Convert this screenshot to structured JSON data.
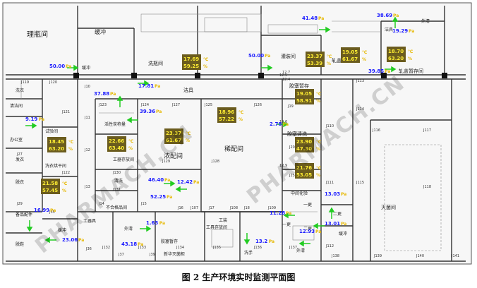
{
  "caption": "图 2 生产环境实时监测平面图",
  "watermark": "PHARMACH.CN",
  "colors": {
    "pressure": "#1a1aff",
    "unit": "#e6b800",
    "box_bg": "#6b5c1e",
    "box_text": "#ffee33",
    "arrow": "#22cc22",
    "wall": "#333333"
  },
  "labels": {
    "room_liping": "理瓶间",
    "room_huanchong": "缓冲",
    "room_xipingjian": "洗瓶间",
    "room_guanzhuang": "灌装间",
    "room_zhuangai": "轧盖间",
    "room_zhagai_zancun": "轧盖暂存间",
    "room_jiejing": "洁具",
    "room_xiyi": "洗衣",
    "room_qingjie": "清洁间",
    "room_bangong": "办公室",
    "room_shiyan": "试验间",
    "room_faqian": "发衣",
    "room_xiyi_ganzao": "洗衣烘干间",
    "room_tihuan": "脱衣",
    "room_beipin": "备品配件",
    "room_tuixie": "脱鞋",
    "room_huanchong2": "缓冲",
    "room_gongzhuang": "工器具",
    "room_hua_chuli": "活性炭称量",
    "room_jiyao": "称量",
    "room_gongju_fang": "工器存放间",
    "room_nongpei": "浓配间",
    "room_xipei": "稀配间",
    "room_qingxi": "清洗",
    "room_buhege": "不合格品间",
    "room_waiqing": "外清",
    "room_jiaosai_zancun": "胶塞暂存",
    "room_jiaosai_qingxi": "胶塞清洗",
    "room_zhongjian_huayan": "中间化验",
    "room_miejun": "灭菌间",
    "room_yigeng": "一更",
    "room_ergeng": "二更",
    "room_huanchong3": "缓冲",
    "room_jiaosai_zancun2": "胶塞暂存",
    "room_xinhua": "新华灭菌柜",
    "room_gongju2": "工具存放间",
    "room_gongzhuang2": "工装",
    "room_xishou": "洗手",
    "room_wai": "外清",
    "room_zhuangai2": "一更",
    "room_ergeng2": "二更"
  },
  "pressure_readings": [
    "50.00",
    "17.81",
    "37.88",
    "9.19",
    "39.36",
    "46.40",
    "52.25",
    "12.42",
    "1.63",
    "43.18",
    "16.99",
    "23.06",
    "50.00",
    "2.78",
    "41.48",
    "38.69",
    "19.29",
    "39.85",
    "11.28",
    "13.2",
    "12.93",
    "13.03",
    "13.01"
  ],
  "pressure_unit": "Pa",
  "env_boxes": [
    {
      "temp": "17.69",
      "hum": "59.25"
    },
    {
      "temp": "23.37",
      "hum": "53.39"
    },
    {
      "temp": "19.05",
      "hum": "61.67"
    },
    {
      "temp": "18.70",
      "hum": "63.20"
    },
    {
      "temp": "19.05",
      "hum": "58.91"
    },
    {
      "temp": "18.96",
      "hum": "57.22"
    },
    {
      "temp": "23.37",
      "hum": "61.67"
    },
    {
      "temp": "22.66",
      "hum": "63.40"
    },
    {
      "temp": "18.45",
      "hum": "63.20"
    },
    {
      "temp": "23.90",
      "hum": "47.30"
    },
    {
      "temp": "21.76",
      "hum": "53.05"
    },
    {
      "temp": "21.58",
      "hum": "57.45"
    }
  ],
  "temp_unit": "℃",
  "hum_unit": "%",
  "room_numbers": [
    "J10",
    "J11",
    "J12",
    "J13",
    "J14",
    "J15",
    "J16",
    "J17",
    "J18",
    "J19",
    "J20",
    "J25",
    "J27",
    "J29",
    "J35",
    "J36",
    "J37",
    "J39",
    "J107",
    "J108",
    "J109",
    "J110",
    "J111",
    "J112",
    "J113",
    "J114",
    "J115",
    "J116",
    "J117",
    "J118",
    "J119",
    "J120",
    "J121",
    "J122",
    "J123",
    "J124",
    "J125",
    "J126",
    "J127",
    "J128",
    "J129",
    "J130",
    "J131",
    "J132",
    "J133",
    "J134",
    "J135",
    "J136",
    "J137",
    "J138",
    "J139",
    "J140",
    "J141"
  ],
  "room_num_short": [
    "12.4",
    "12.5",
    "12.6",
    "12.7",
    "12.9"
  ]
}
